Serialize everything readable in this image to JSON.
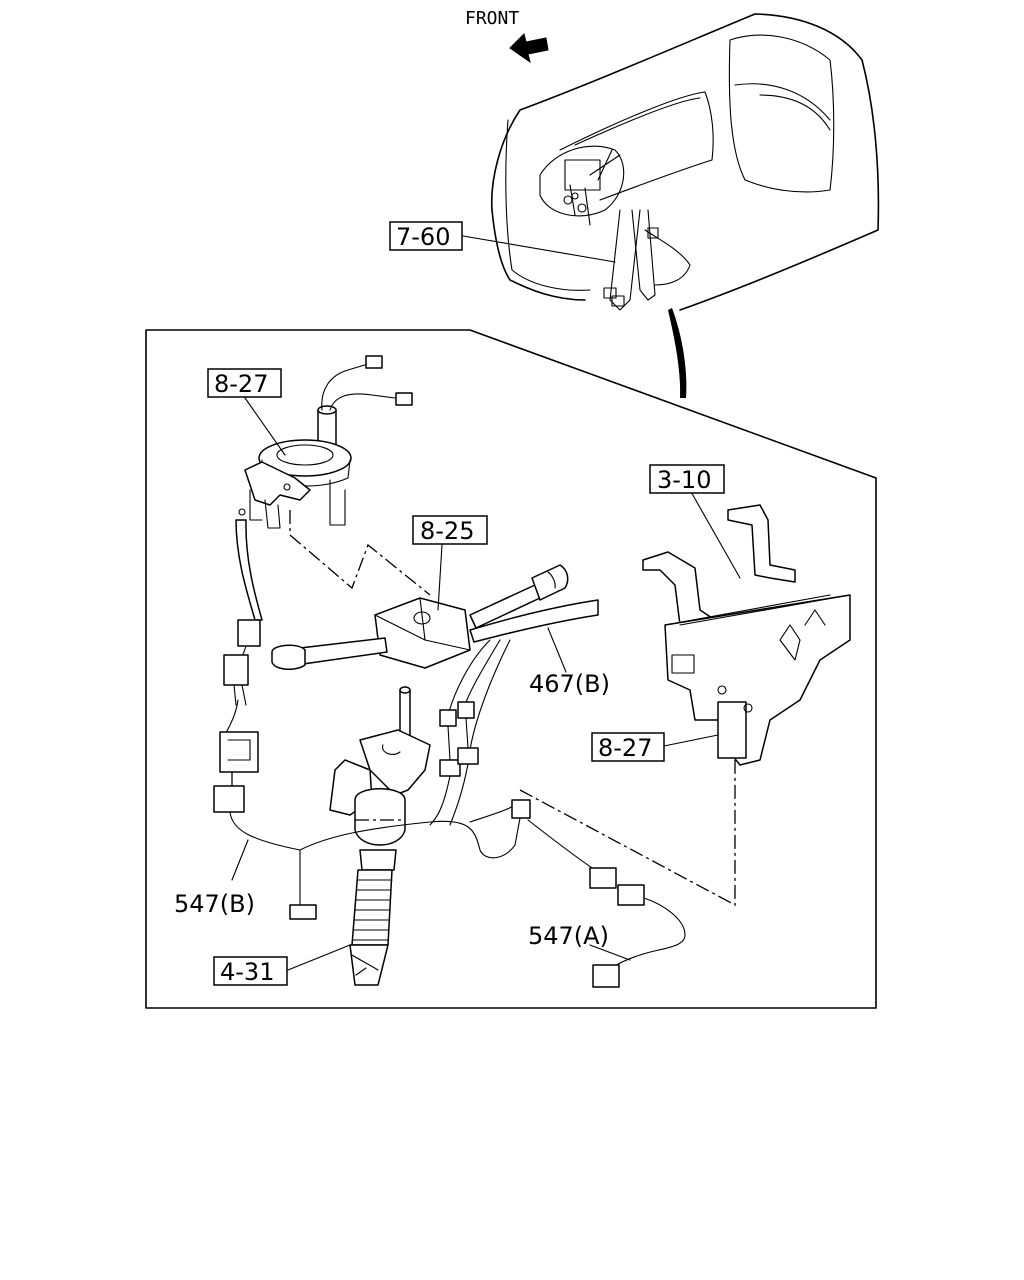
{
  "header": {
    "front_label": "FRONT"
  },
  "callouts": {
    "c_7_60": "7-60",
    "c_8_27_top": "8-27",
    "c_8_25": "8-25",
    "c_3_10": "3-10",
    "c_467_b": "467(B)",
    "c_8_27_right": "8-27",
    "c_547_b": "547(B)",
    "c_547_a": "547(A)",
    "c_4_31": "4-31"
  },
  "icons": {
    "front_arrow": "arrow-up-left-icon"
  }
}
